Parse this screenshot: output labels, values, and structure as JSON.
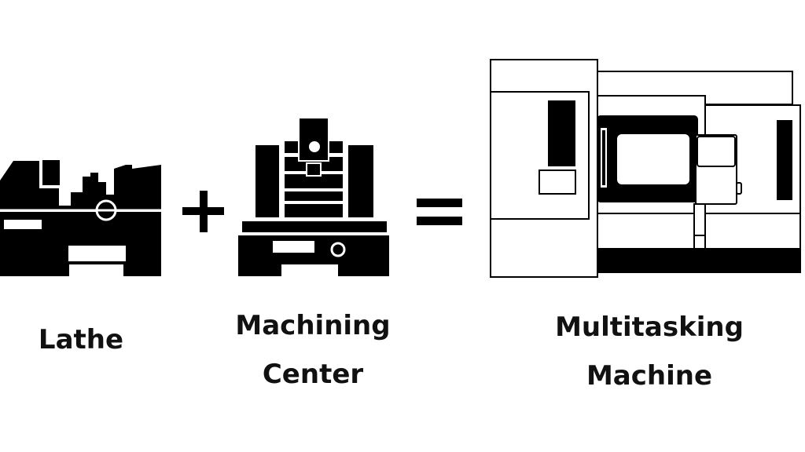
{
  "labels": {
    "lathe": "Lathe",
    "machining_center": [
      "Machining",
      "Center"
    ],
    "multitasking_machine": [
      "Multitasking",
      "Machine"
    ]
  },
  "operators": {
    "plus": "+",
    "equals": "="
  },
  "colors": {
    "ink": "#000000",
    "background": "#ffffff"
  }
}
